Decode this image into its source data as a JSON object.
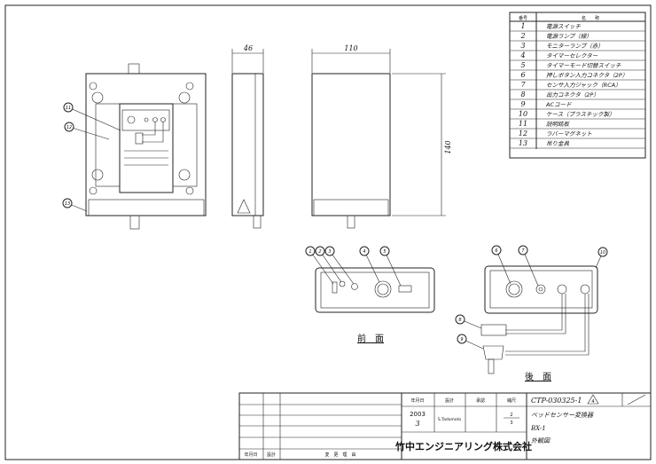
{
  "parts_table": {
    "headers": {
      "number": "番号",
      "name": "名　　称"
    },
    "rows": [
      {
        "no": "1",
        "name": "電源スイッチ"
      },
      {
        "no": "2",
        "name": "電源ランプ（緑）"
      },
      {
        "no": "3",
        "name": "モニターランプ（赤）"
      },
      {
        "no": "4",
        "name": "タイマーセレクター"
      },
      {
        "no": "5",
        "name": "タイマーモード切替スイッチ"
      },
      {
        "no": "6",
        "name": "押しボタン入力コネクタ（2P）"
      },
      {
        "no": "7",
        "name": "センサ入力ジャック（RCA）"
      },
      {
        "no": "8",
        "name": "出力コネクタ（2P）"
      },
      {
        "no": "9",
        "name": "ACコード"
      },
      {
        "no": "10",
        "name": "ケース（プラスチック製）"
      },
      {
        "no": "11",
        "name": "説明銘板"
      },
      {
        "no": "12",
        "name": "ラバーマグネット"
      },
      {
        "no": "13",
        "name": "吊り金具"
      }
    ]
  },
  "dimensions": {
    "depth": "46",
    "width": "110",
    "height": "140"
  },
  "view_labels": {
    "front": "前　面",
    "rear": "後　面"
  },
  "callouts": {
    "c1": "1",
    "c2": "2",
    "c3": "3",
    "c4": "4",
    "c5": "5",
    "c6": "6",
    "c7": "7",
    "c8": "8",
    "c9": "9",
    "c10": "10",
    "c11": "11",
    "c12": "12",
    "c13": "13"
  },
  "title_block": {
    "headers": {
      "date": "年月日",
      "design": "設計",
      "approval": "承認",
      "scale": "縮尺"
    },
    "date_value": {
      "year": "2003",
      "month": "3"
    },
    "designer": "S.Tadamoto",
    "scale_value": {
      "num": "2",
      "den": "3"
    },
    "drawing_number": "CTP-030325-1",
    "revision": "4",
    "product_name": "ベッドセンサー変換器",
    "model": "BX-1",
    "drawing_type": "外観図",
    "company": "竹中エンジニアリング株式会社",
    "revision_headers": {
      "date": "年月日",
      "design": "設計",
      "reason": "変　更　理　由"
    }
  }
}
